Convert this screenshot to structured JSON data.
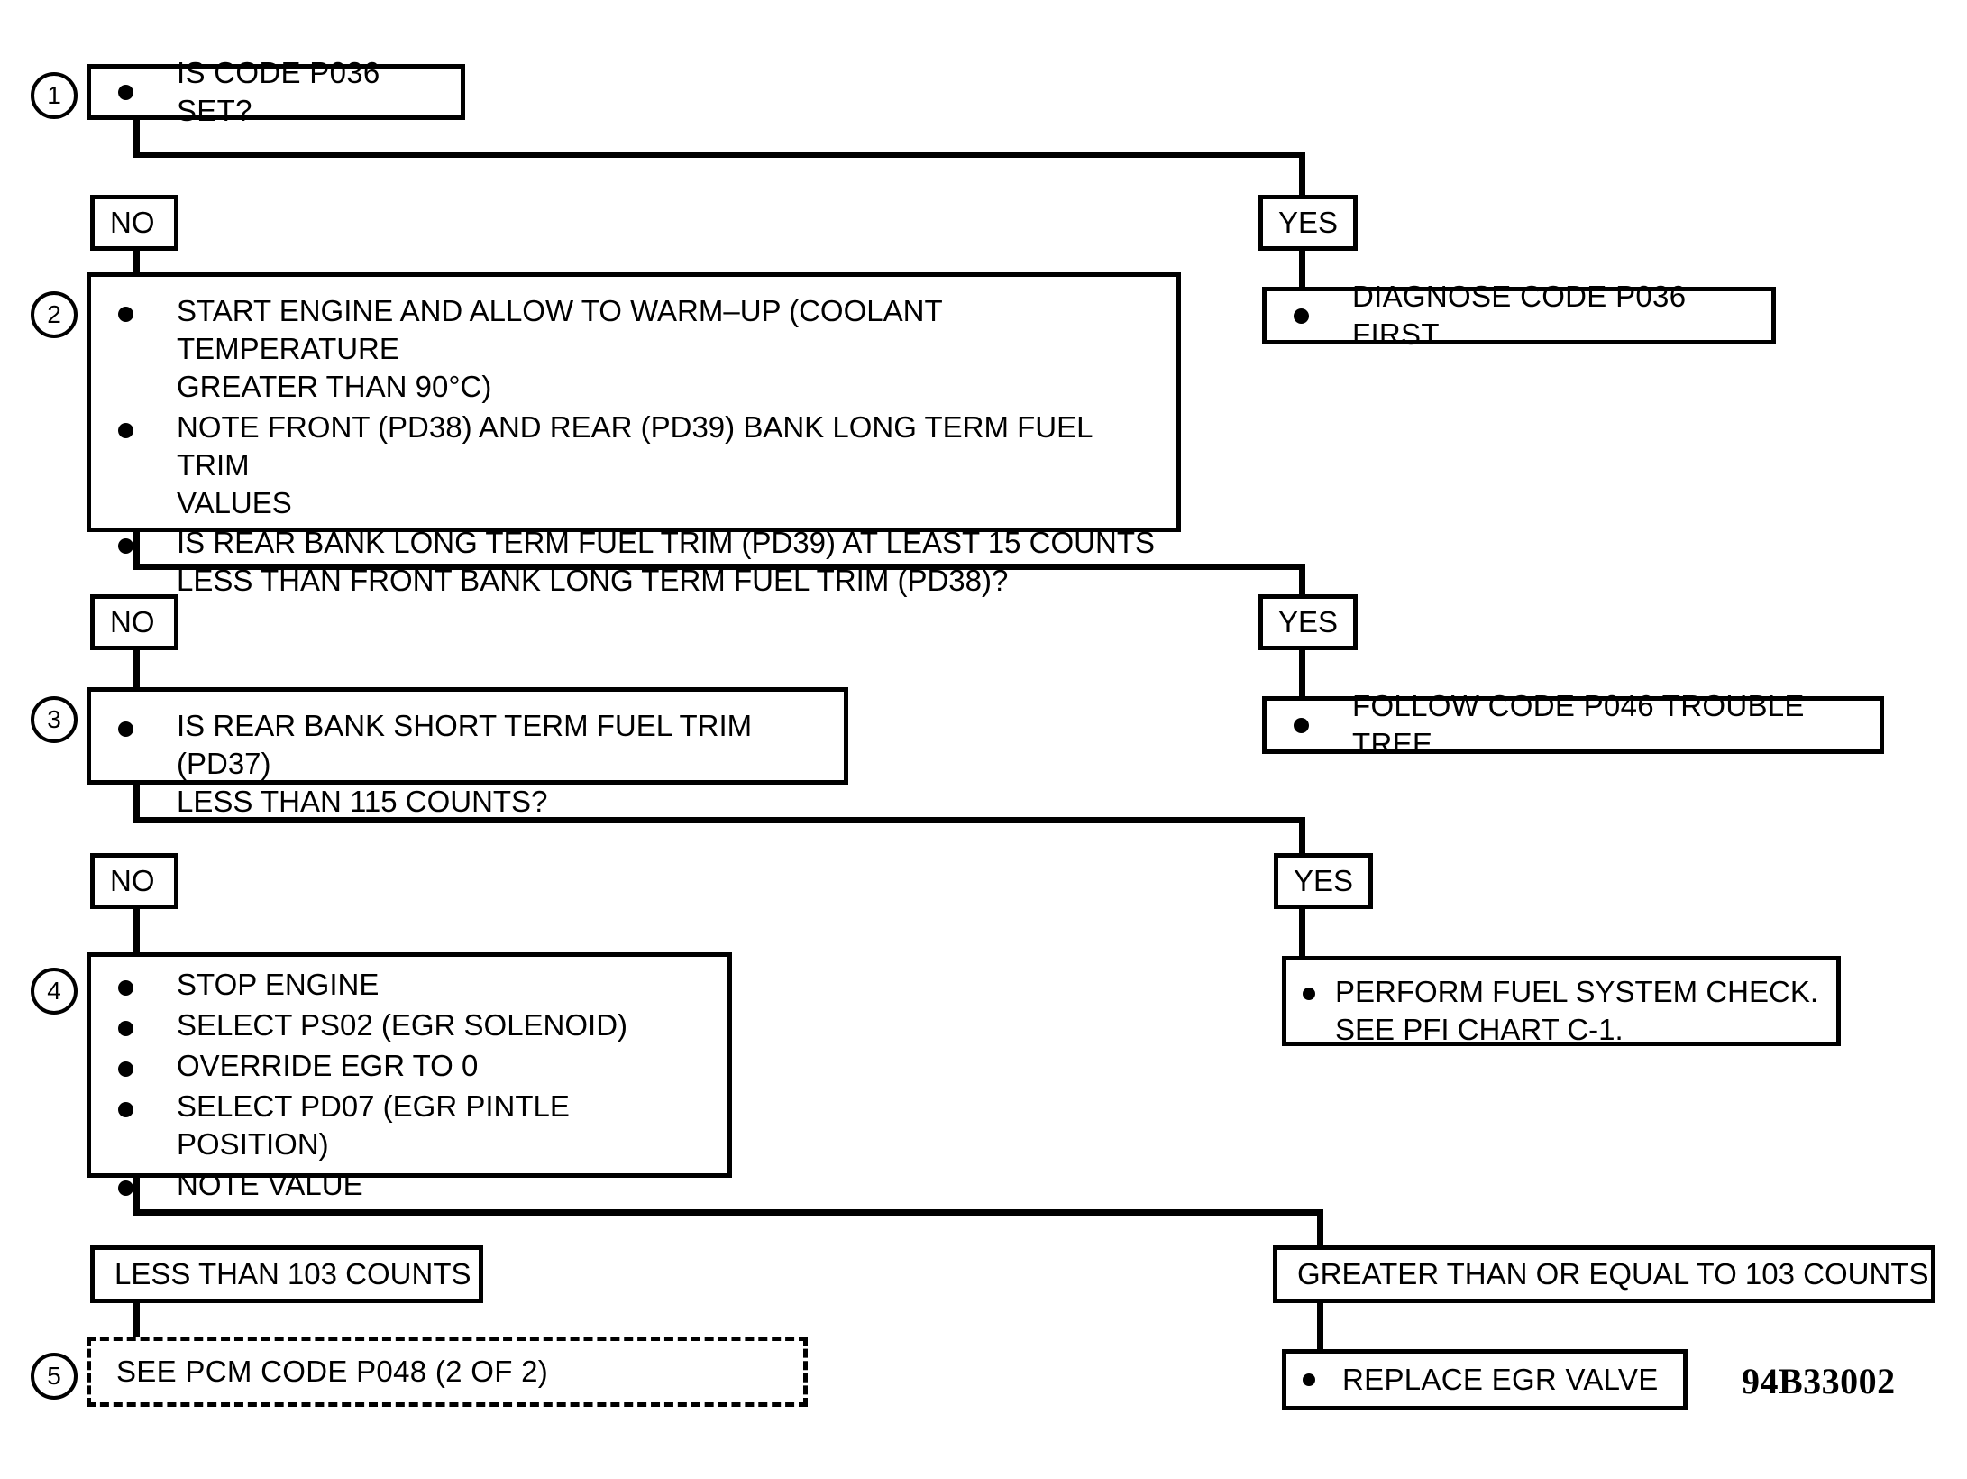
{
  "diagram": {
    "code_label": "94B33002",
    "steps": [
      {
        "number": "1",
        "name": "step-1-question",
        "lines": [
          "IS CODE P036 SET?"
        ]
      },
      {
        "number": "2",
        "name": "step-2-actions",
        "bullets": [
          "START ENGINE AND ALLOW TO WARM–UP (COOLANT TEMPERATURE\nGREATER THAN 90°C)",
          "NOTE FRONT (PD38) AND REAR (PD39) BANK LONG TERM FUEL TRIM\nVALUES",
          "IS REAR BANK LONG TERM FUEL TRIM (PD39) AT LEAST 15 COUNTS\nLESS THAN FRONT BANK LONG TERM FUEL TRIM (PD38)?"
        ]
      },
      {
        "number": "3",
        "name": "step-3-question",
        "bullets": [
          "IS REAR BANK SHORT TERM FUEL TRIM (PD37)\nLESS THAN 115 COUNTS?"
        ]
      },
      {
        "number": "4",
        "name": "step-4-actions",
        "bullets": [
          "STOP ENGINE",
          "SELECT PS02 (EGR SOLENOID)",
          "OVERRIDE EGR TO 0",
          "SELECT PD07 (EGR PINTLE POSITION)",
          "NOTE VALUE"
        ]
      },
      {
        "number": "5",
        "name": "step-5-reference",
        "lines": [
          "SEE PCM CODE P048 (2 OF 2)"
        ]
      }
    ],
    "branch_labels": {
      "no_1": "NO",
      "yes_1": "YES",
      "no_2": "NO",
      "yes_2": "YES",
      "no_3": "NO",
      "yes_3": "YES",
      "less_than": "LESS THAN 103 COUNTS",
      "greater_equal": "GREATER THAN OR EQUAL TO 103 COUNTS"
    },
    "outcomes": {
      "diagnose_p036": "DIAGNOSE CODE P036 FIRST",
      "follow_p046": "FOLLOW CODE P046 TROUBLE TREE",
      "fuel_system_check": "PERFORM FUEL SYSTEM CHECK.\nSEE PFI CHART C-1.",
      "replace_egr": "REPLACE EGR VALVE"
    }
  }
}
